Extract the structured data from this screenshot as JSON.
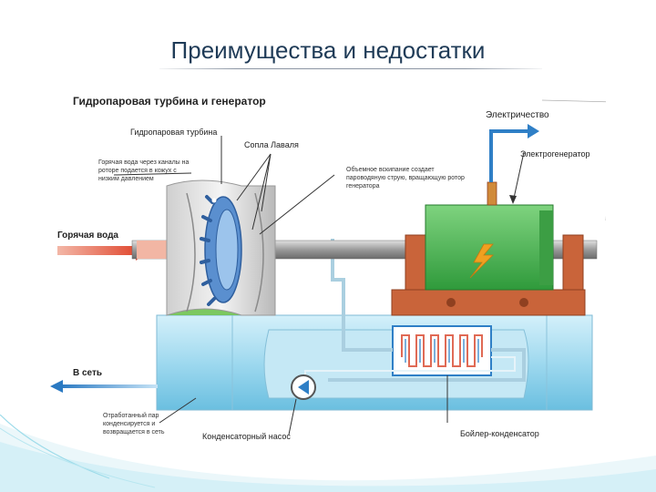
{
  "slide": {
    "title": "Преимущества и недостатки"
  },
  "diagram": {
    "heading": "Гидропаровая турбина и генератор",
    "labels": {
      "turbine": "Гидропаровая турбина",
      "laval": "Сопла Лаваля",
      "hot_water_note": "Горячая вода через каналы на роторе подается в кожух с низким давлением",
      "steam_note": "Объемное вскипание создает пароводяную струю, вращающую ротор генератора",
      "electricity": "Электричество",
      "generator": "Электрогенератор",
      "hot_water": "Горячая вода",
      "to_grid": "В сеть",
      "exhaust_note": "Отработанный пар конденсируется и возвращается в сеть",
      "pump": "Конденсаторный насос",
      "boiler": "Бойлер-конденсатор"
    },
    "colors": {
      "hot": "#e2523a",
      "cold": "#2f7fc6",
      "tank": "#a9dff2",
      "green": "#46b24a",
      "brown": "#c9643a",
      "ink": "#222222"
    }
  }
}
